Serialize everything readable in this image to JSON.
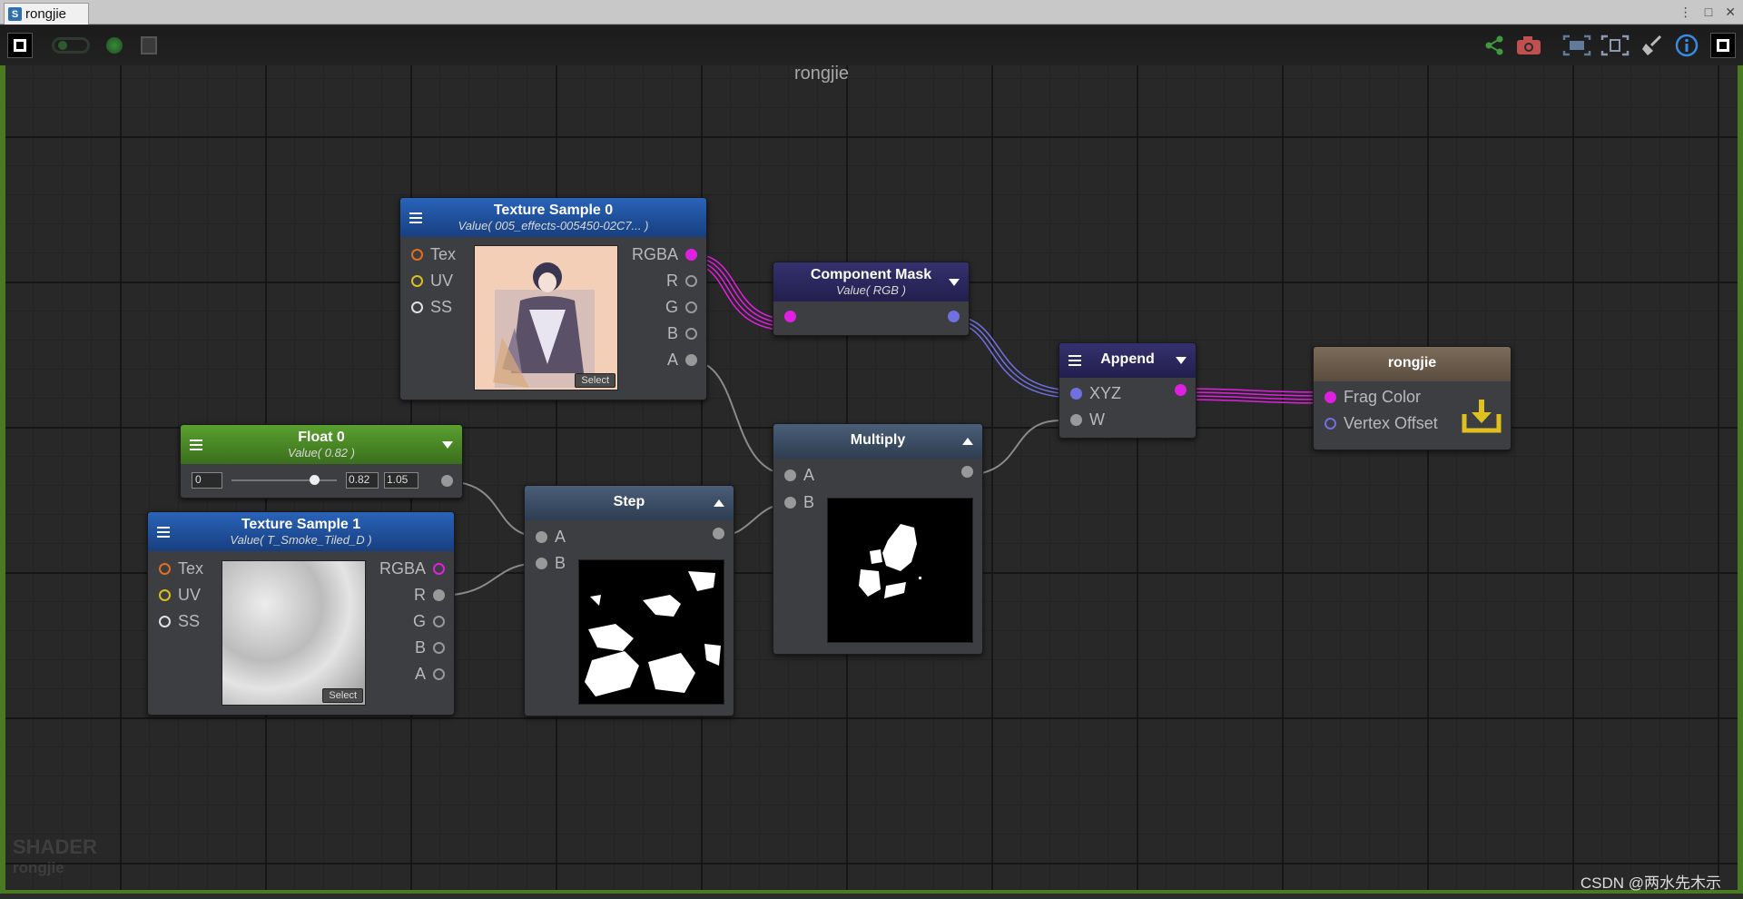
{
  "window": {
    "tab_label": "rongjie",
    "tab_logo": "S"
  },
  "toolbar": {
    "graph_title": "rongjie"
  },
  "nodes": {
    "tex0": {
      "title": "Texture Sample 0",
      "subtitle": "Value( 005_effects-005450-02C7... )",
      "in": [
        "Tex",
        "UV",
        "SS"
      ],
      "out": [
        "RGBA",
        "R",
        "G",
        "B",
        "A"
      ],
      "select": "Select"
    },
    "mask": {
      "title": "Component Mask",
      "subtitle": "Value( RGB )"
    },
    "append": {
      "title": "Append",
      "in": [
        "XYZ",
        "W"
      ]
    },
    "output": {
      "title": "rongjie",
      "in": [
        "Frag Color",
        "Vertex Offset"
      ]
    },
    "float0": {
      "title": "Float 0",
      "subtitle": "Value( 0.82 )",
      "min": "0",
      "value": "0.82",
      "max": "1.05",
      "slider_fraction": 0.78
    },
    "multiply": {
      "title": "Multiply",
      "in": [
        "A",
        "B"
      ]
    },
    "step": {
      "title": "Step",
      "in": [
        "A",
        "B"
      ]
    },
    "tex1": {
      "title": "Texture Sample 1",
      "subtitle": "Value( T_Smoke_Tiled_D )",
      "in": [
        "Tex",
        "UV",
        "SS"
      ],
      "out": [
        "RGBA",
        "R",
        "G",
        "B",
        "A"
      ],
      "select": "Select"
    }
  },
  "colors": {
    "tex_header": "#1e4f9a",
    "mask_header": "#2c2a5e",
    "float_header": "#4e8a2a",
    "math_header": "#3a4c62",
    "output_header": "#6e6050",
    "wire_rgba": "#e020e0",
    "wire_xyz": "#7070e0",
    "wire_float": "#8a8a8a"
  },
  "icons": [
    "share-icon",
    "camera-icon",
    "focus-icon",
    "fit-icon",
    "clean-icon",
    "info-icon",
    "maximize-icon",
    "download-icon"
  ],
  "watermark": {
    "title": "SHADER",
    "name": "rongjie"
  },
  "credit": "CSDN @两水先木示"
}
